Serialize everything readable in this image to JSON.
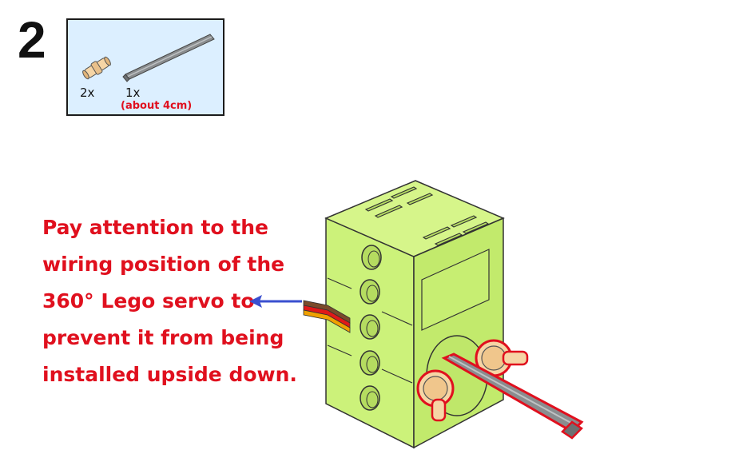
{
  "step": {
    "number": "2"
  },
  "parts": [
    {
      "icon": "connector-pin-icon",
      "quantity": "2x"
    },
    {
      "icon": "axle-icon",
      "quantity": "1x",
      "note": "(about 4cm)"
    }
  ],
  "instruction": {
    "lines": [
      "Pay attention to the",
      "wiring position of the",
      "360° Lego servo to",
      "prevent it from being",
      "installed upside down."
    ]
  },
  "colors": {
    "servo_body": "#ccf27a",
    "pin": "#f6d5a5",
    "axle": "#8a8d8f",
    "highlight": "#e0101e",
    "arrow": "#3a4fcf",
    "parts_box_bg": "#dcefff",
    "wire_brown": "#7a4a2a",
    "wire_red": "#e01818",
    "wire_orange": "#f0a000"
  }
}
